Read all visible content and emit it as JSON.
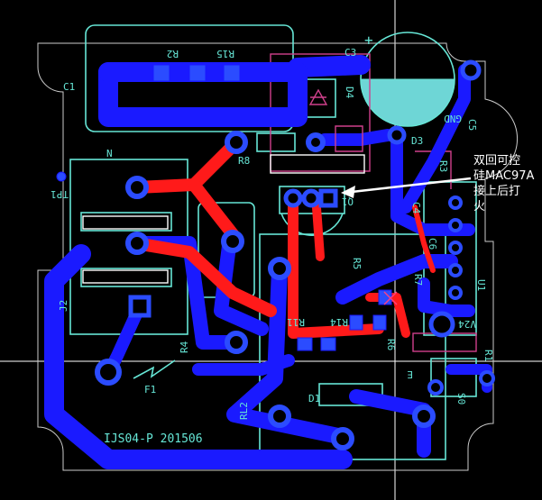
{
  "colors": {
    "background": "#000000",
    "bottom_copper": "#1a1aff",
    "top_copper": "#ff1a1a",
    "silkscreen": "#66e6d6",
    "outline": "#cccccc",
    "pad": "#2b4cff",
    "annotation": "#ffffff",
    "keepout": "#d0408c"
  },
  "silk_labels": {
    "c1": "C1",
    "r2": "R2",
    "r15": "R15",
    "c3": "C3",
    "d4": "D4",
    "gnd": "GND",
    "c5": "C5",
    "r8": "R8",
    "d3": "D3",
    "n": "N",
    "tp1": "TP1",
    "q1": "Q1",
    "r3": "R3",
    "c4": "C4",
    "c6": "C6",
    "r5": "R5",
    "r7": "R7",
    "u1": "U1",
    "j2": "J2",
    "r11": "R11",
    "r14": "R14",
    "r6": "R6",
    "v24": "V24",
    "r4": "R4",
    "r1": "R1",
    "f1": "F1",
    "d1": "D1",
    "e": "E",
    "s0": "S0",
    "rl2": "RL2",
    "board_id": "IJS04-P 201506",
    "plus": "+"
  },
  "annotation": {
    "lines": [
      "双回可控",
      "硅MAC97A",
      "接上后打",
      "火"
    ]
  }
}
